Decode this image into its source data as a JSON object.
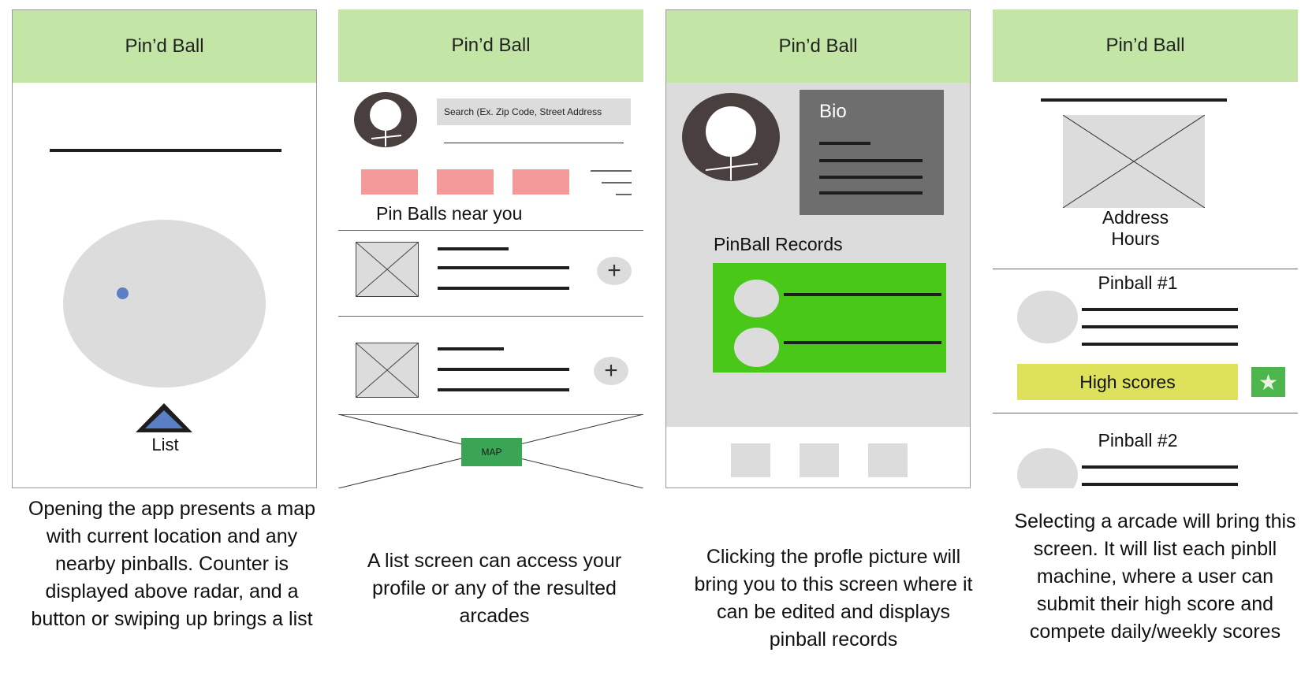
{
  "app_title": "Pin’d Ball",
  "screen1": {
    "list_label": "List",
    "caption": "Opening the app presents a map with current location and any nearby pinballs. Counter is displayed above radar, and a button or swiping up brings a list"
  },
  "screen2": {
    "search_placeholder": "Search (Ex. Zip Code, Street Address",
    "section_title": "Pin Balls near you",
    "map_label": "MAP",
    "caption": "A list screen can access your profile or any of the resulted arcades"
  },
  "screen3": {
    "bio_label": "Bio",
    "records_title": "PinBall Records",
    "caption": "Clicking the profle picture will bring you to this screen where it can be edited and displays pinball records"
  },
  "screen4": {
    "address_label": "Address",
    "hours_label": "Hours",
    "pinball1_title": "Pinball #1",
    "high_scores_label": "High scores",
    "pinball2_title": "Pinball #2",
    "caption": "Selecting a arcade will bring this screen. It will list each pinbll machine, where a user can submit their high score and compete daily/weekly scores"
  },
  "colors": {
    "header_green": "#c3e6a6",
    "records_green": "#49c81a",
    "pink_button": "#f4999a",
    "high_scores_yellow": "#dee25a",
    "star_green": "#4cb54c",
    "map_green": "#3aa655",
    "location_dot": "#5b7fc4",
    "bio_grey": "#6e6e6e",
    "avatar_dark": "#4a3f3f"
  },
  "icons": [
    "location-dot-icon",
    "list-arrow-up-icon",
    "avatar-icon",
    "filter-icon",
    "plus-icon",
    "image-placeholder-icon",
    "star-icon"
  ]
}
